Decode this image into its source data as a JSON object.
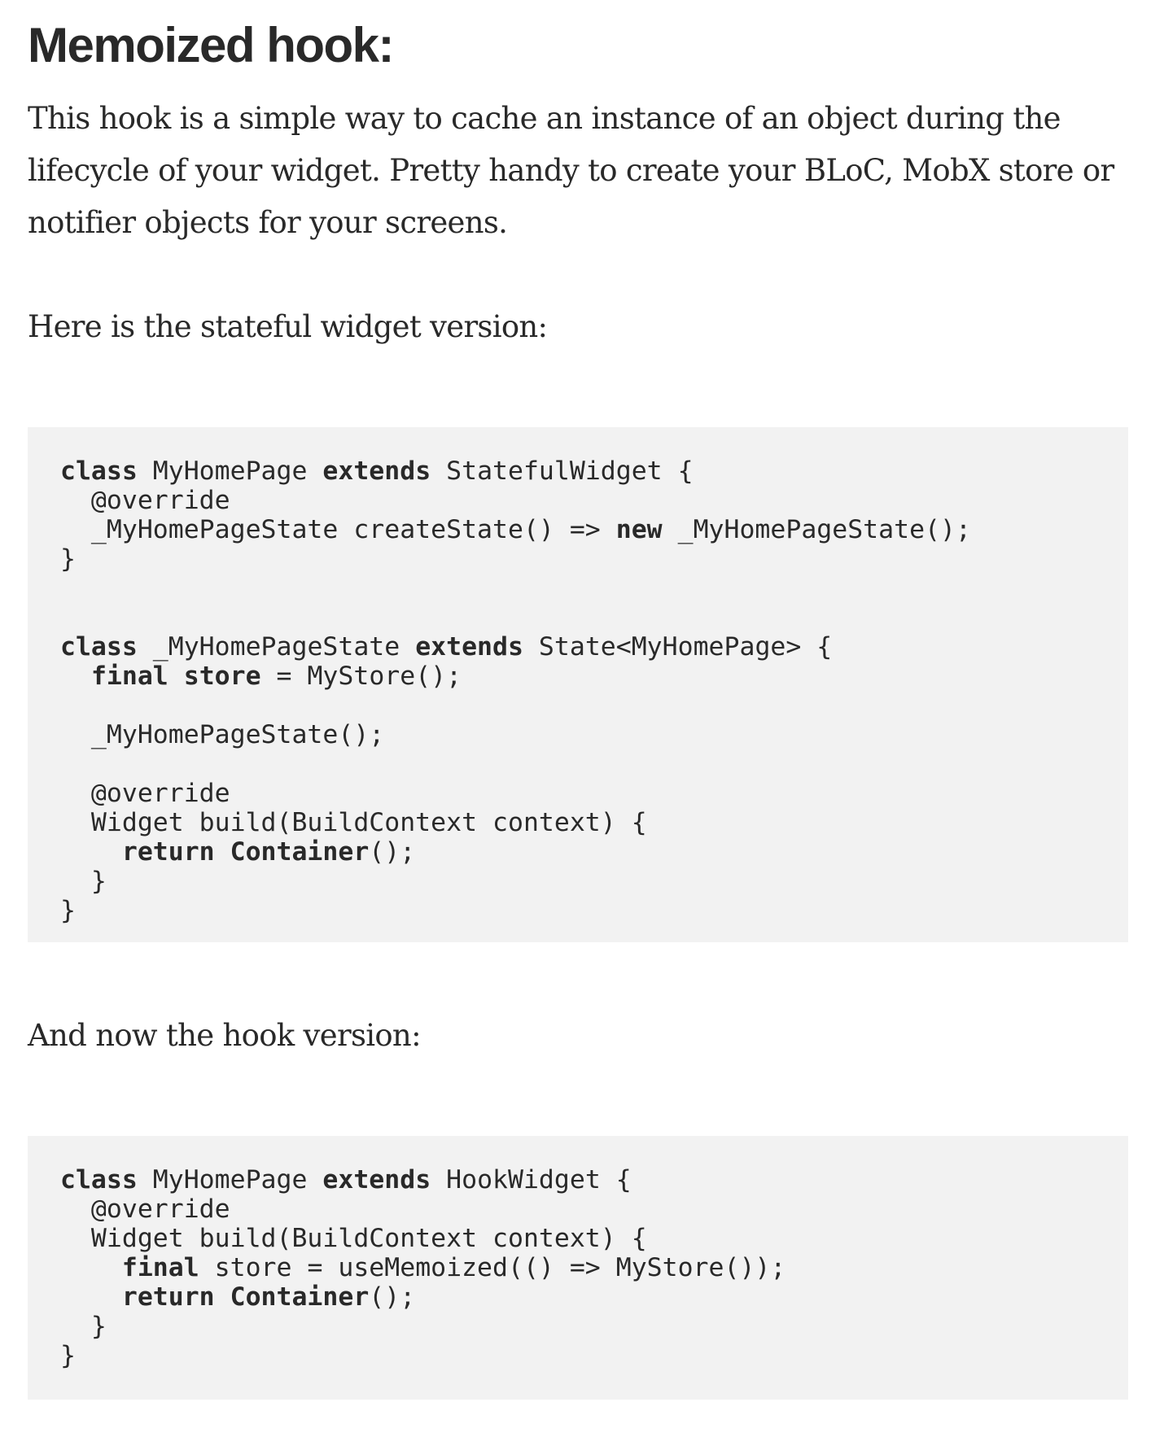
{
  "heading": "Memoized hook:",
  "paragraphs": {
    "intro": "This hook is a simple way to cache an instance of an object during the lifecycle of your widget. Pretty handy to create your BLoC, MobX store or notifier objects for your screens.",
    "stateful_intro": "Here is the stateful widget version:",
    "hook_intro": "And now the hook version:"
  },
  "code_stateful": {
    "l1_kw1": "class",
    "l1_a": " MyHomePage ",
    "l1_kw2": "extends",
    "l1_b": " StatefulWidget {",
    "l2": "  @override",
    "l3_a": "  _MyHomePageState createState() => ",
    "l3_kw": "new",
    "l3_b": " _MyHomePageState();",
    "l4": "}",
    "l6_kw1": "class",
    "l6_a": " _MyHomePageState ",
    "l6_kw2": "extends",
    "l6_b": " State<MyHomePage> {",
    "l7_indent": "  ",
    "l7_kw": "final store",
    "l7_b": " = MyStore();",
    "l9": "  _MyHomePageState();",
    "l11": "  @override",
    "l12": "  Widget build(BuildContext context) {",
    "l13_indent": "    ",
    "l13_kw": "return Container",
    "l13_b": "();",
    "l14": "  }",
    "l15": "}"
  },
  "code_hook": {
    "l1_kw1": "class",
    "l1_a": " MyHomePage ",
    "l1_kw2": "extends",
    "l1_b": " HookWidget {",
    "l2": "  @override",
    "l3": "  Widget build(BuildContext context) {",
    "l4_indent": "    ",
    "l4_kw": "final",
    "l4_b": " store = useMemoized(() => MyStore());",
    "l5_indent": "    ",
    "l5_kw": "return Container",
    "l5_b": "();",
    "l6": "  }",
    "l7": "}"
  }
}
